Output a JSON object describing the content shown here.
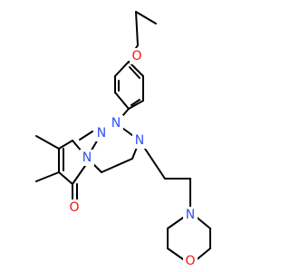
{
  "colors": {
    "background": "#ffffff",
    "bond": "#000000",
    "oxygen": "#ff0d0d",
    "nitrogen": "#3050f8"
  },
  "atoms": {
    "ether_oxygen": "O",
    "n1": "N",
    "n_ring_bottom": "N",
    "n_pyrimidine": "N",
    "n3": "N",
    "n_morpholine": "N",
    "morpholine_oxygen": "O",
    "carbonyl_oxygen": "O"
  }
}
